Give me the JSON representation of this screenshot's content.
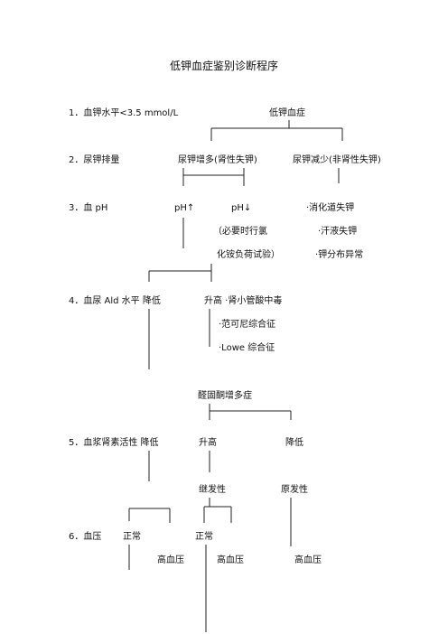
{
  "title": "低钾血症鉴别诊断程序",
  "steps": {
    "s1": "1．血钾水平<3.5 mmol/L",
    "s2": "2．尿钾排量",
    "s3": "3．血  pH",
    "s4": "4．血尿 Ald 水平  降低",
    "s5": "5．血浆肾素活性  降低",
    "s6": "6．血压"
  },
  "nodes": {
    "hypokalemia": "低钾血症",
    "urine_k_up": "尿钾增多(肾性失钾)",
    "urine_k_down": "尿钾减少(非肾性失钾)",
    "ph_up": "pH↑",
    "ph_down": "pH↓",
    "note1": "（必要时行氯",
    "note2": "化铵负荷试验）",
    "gi_loss": "·消化道失钾",
    "sweat_loss": "·汗液失钾",
    "k_distribution": "·钾分布异常",
    "rise_rta": "升高 ·肾小管酸中毒",
    "fanconi": "·范可尼综合征",
    "lowe": "·Lowe  综合征",
    "aldosteronism": "醛固酮增多症",
    "renin_up": "升高",
    "renin_down": "降低",
    "secondary": "继发性",
    "primary": "原发性",
    "normal_left": "正常",
    "normal_mid": "正常",
    "htn_1": "高血压",
    "htn_2": "高血压",
    "htn_3": "高血压"
  }
}
